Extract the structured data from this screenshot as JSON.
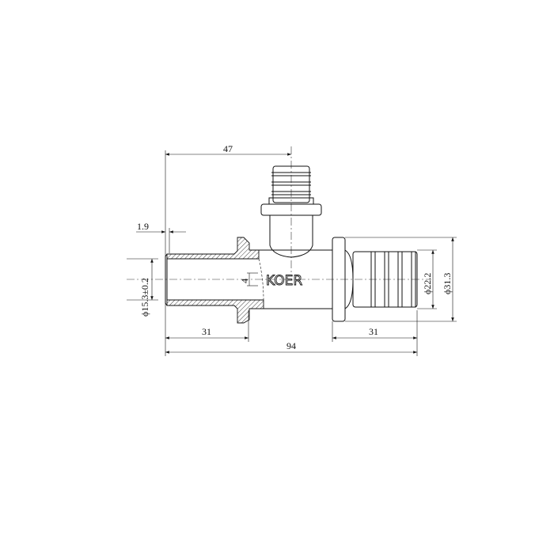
{
  "drawing": {
    "brand_logo": "KOER",
    "dimensions": {
      "branch_offset": "47",
      "wall_step": "1.9",
      "inner_diameter": "ϕ15.3±0.2",
      "groove": "4",
      "barb_diameter": "ϕ22.2",
      "flange_diameter": "ϕ31.3",
      "left_length": "31",
      "right_length": "31",
      "overall_length": "94"
    },
    "line_color": "#111111"
  }
}
